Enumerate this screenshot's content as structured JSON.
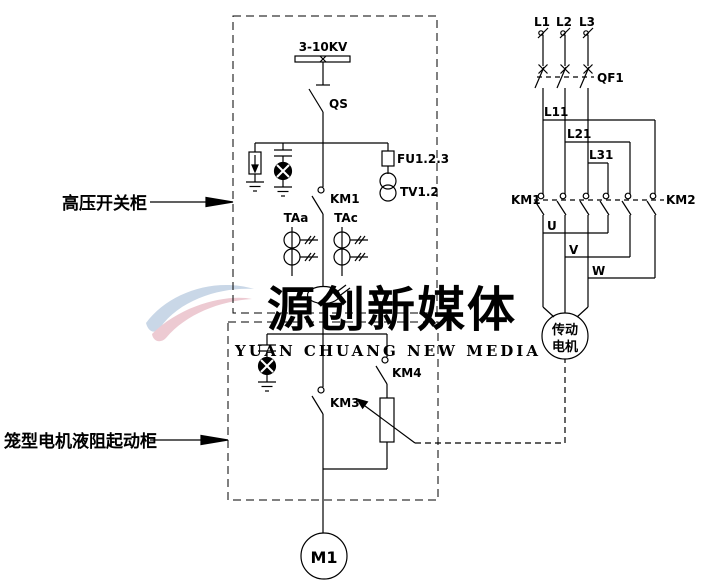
{
  "diagram": {
    "bus_label": "3-10KV",
    "hv_cabinet_label": "高压开关柜",
    "starter_cabinet_label": "笼型电机液阻起动柜",
    "components": {
      "qs": "QS",
      "km1": "KM1",
      "taa": "TAa",
      "tac": "TAc",
      "fu": "FU1.2.3",
      "tv": "TV1.2",
      "km3": "KM3",
      "km4": "KM4",
      "m1": "M1"
    },
    "right_circuit": {
      "phases": [
        "L1",
        "L2",
        "L3"
      ],
      "qf1": "QF1",
      "links": [
        "L11",
        "L21",
        "L31"
      ],
      "km1": "KM1",
      "km2": "KM2",
      "terminals": [
        "U",
        "V",
        "W"
      ],
      "drive_motor_line1": "传动",
      "drive_motor_line2": "电机"
    }
  },
  "watermark": {
    "cn": "源创新媒体",
    "en": "YUAN CHUANG NEW MEDIA"
  },
  "colors": {
    "line": "#000000",
    "watermark_cn": "#e9e5dd",
    "watermark_en": "#efe8cf",
    "swoosh_blue": "#c9d7e7",
    "swoosh_red": "#edcad2"
  }
}
